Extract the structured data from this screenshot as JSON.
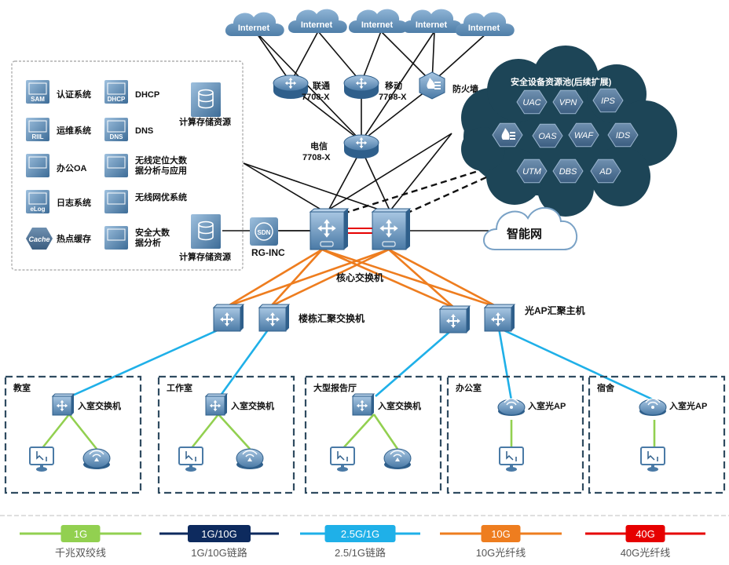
{
  "internet_clouds": [
    "Internet",
    "Internet",
    "Internet",
    "Internet",
    "Internet"
  ],
  "routers": {
    "unicom": {
      "name": "联通",
      "model": "7708-X"
    },
    "mobile": {
      "name": "移动",
      "model": "7708-X"
    },
    "telecom": {
      "name": "电信",
      "model": "7708-X"
    },
    "firewall": "防火墙"
  },
  "security_pool": {
    "title": "安全设备资源池(后续扩展)",
    "items": [
      "UAC",
      "VPN",
      "IPS",
      "OAS",
      "WAF",
      "IDS",
      "UTM",
      "DBS",
      "AD"
    ]
  },
  "server_panel": {
    "items": [
      {
        "icon": "SAM",
        "label": "认证系统"
      },
      {
        "icon": "DHCP",
        "label": "DHCP"
      },
      {
        "icon": "RIIL",
        "label": "运维系统"
      },
      {
        "icon": "DNS",
        "label": "DNS"
      },
      {
        "icon": "",
        "label": "办公OA"
      },
      {
        "icon": "",
        "label": "无线定位大数据分析与应用"
      },
      {
        "icon": "eLog",
        "label": "日志系统"
      },
      {
        "icon": "",
        "label": "无线网优系统"
      },
      {
        "icon": "Cache",
        "label": "热点缓存"
      },
      {
        "icon": "",
        "label": "安全大数据分析"
      }
    ],
    "storage_label_1": "计算存储资源",
    "storage_label_2": "计算存储资源"
  },
  "core": {
    "label": "核心交换机",
    "controller": "RG-INC",
    "sdn_icon": "SDN"
  },
  "smart_cloud": "智能网",
  "aggregation": {
    "building": "楼栋汇聚交换机",
    "optical": "光AP汇聚主机"
  },
  "rooms": [
    {
      "name": "教室",
      "device": "入室交换机"
    },
    {
      "name": "工作室",
      "device": "入室交换机"
    },
    {
      "name": "大型报告厅",
      "device": "入室交换机"
    },
    {
      "name": "办公室",
      "device": "入室光AP"
    },
    {
      "name": "宿舍",
      "device": "入室光AP"
    }
  ],
  "legend": [
    {
      "tag": "1G",
      "caption": "千兆双绞线",
      "color": "#92d050",
      "text_color": "#ffffff"
    },
    {
      "tag": "1G/10G",
      "caption": "1G/10G链路",
      "color": "#0d2a5e",
      "text_color": "#ffffff"
    },
    {
      "tag": "2.5G/1G",
      "caption": "2.5/1G链路",
      "color": "#1fb0e8",
      "text_color": "#ffffff"
    },
    {
      "tag": "10G",
      "caption": "10G光纤线",
      "color": "#ee7d1f",
      "text_color": "#ffffff"
    },
    {
      "tag": "40G",
      "caption": "40G光纤线",
      "color": "#e60000",
      "text_color": "#ffffff"
    }
  ],
  "colors": {
    "device": "#3e6d94",
    "pool": "#1d4557",
    "dash": "#2f4b60"
  }
}
